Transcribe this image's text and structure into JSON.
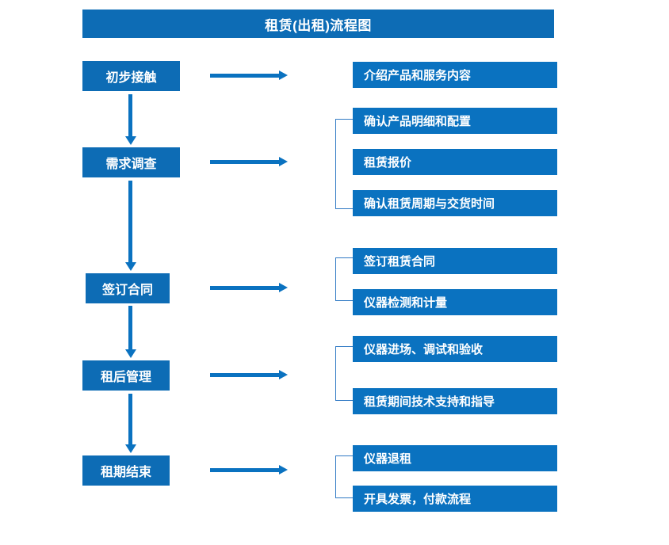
{
  "diagram": {
    "title": "租赁(出租)流程图",
    "colors": {
      "title_bar": "#0d6cb5",
      "stage_box": "#0d6cb5",
      "task_box": "#0a72c0",
      "arrow": "#0a72c0",
      "bracket": "#2f79c4",
      "text": "#ffffff",
      "background": "#ffffff"
    },
    "stages": [
      {
        "label": "初步接触"
      },
      {
        "label": "需求调查"
      },
      {
        "label": "签订合同"
      },
      {
        "label": "租后管理"
      },
      {
        "label": "租期结束"
      }
    ],
    "tasks": [
      {
        "label": "介绍产品和服务内容"
      },
      {
        "label": "确认产品明细和配置"
      },
      {
        "label": "租赁报价"
      },
      {
        "label": "确认租赁周期与交货时间"
      },
      {
        "label": "签订租赁合同"
      },
      {
        "label": "仪器检测和计量"
      },
      {
        "label": "仪器进场、调试和验收"
      },
      {
        "label": "租赁期间技术支持和指导"
      },
      {
        "label": "仪器退租"
      },
      {
        "label": "开具发票，付款流程"
      }
    ],
    "connectors": {
      "horizontal_arrow_name": "stage-to-task-arrow",
      "vertical_arrow_name": "stage-flow-arrow",
      "bracket_name": "task-group-bracket"
    }
  }
}
